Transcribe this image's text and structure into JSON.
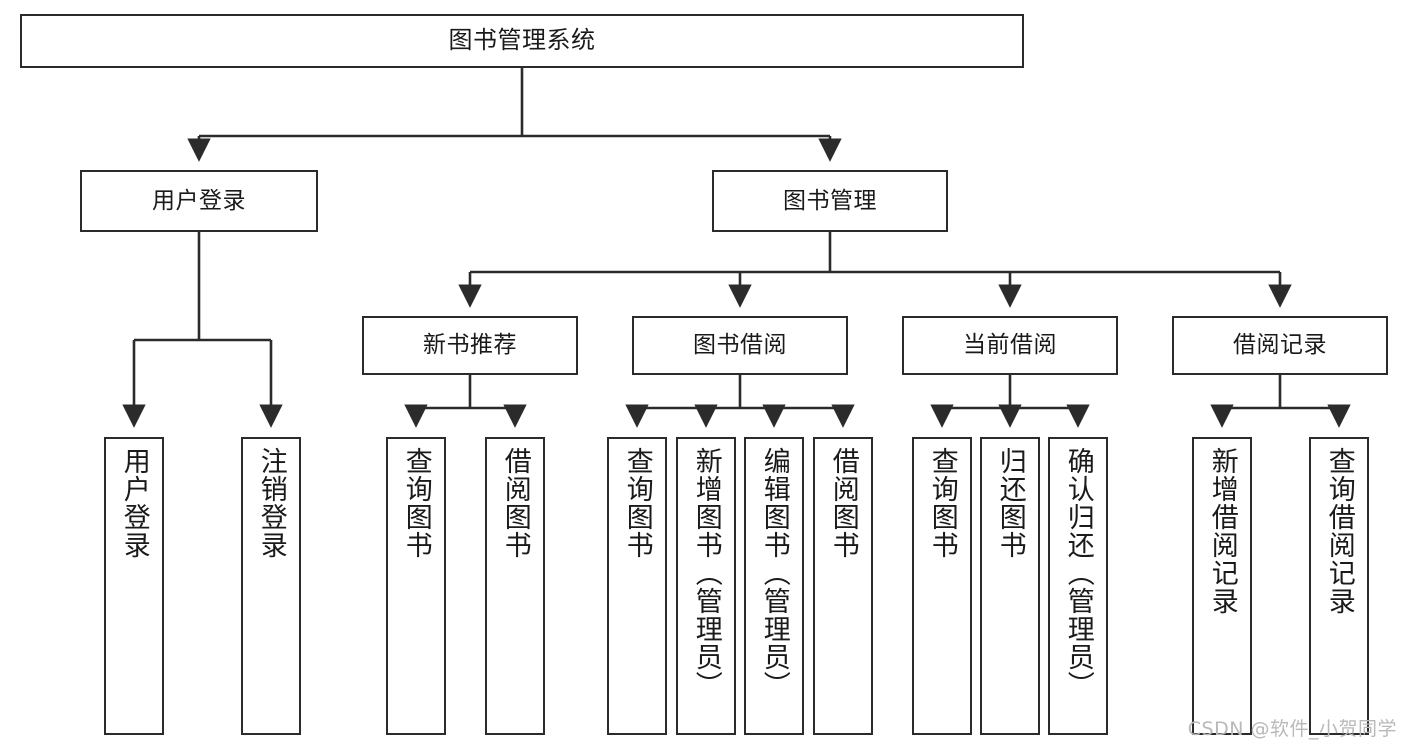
{
  "diagram": {
    "type": "tree",
    "title": "图书管理系统",
    "orientation": "top-down",
    "style": {
      "box_border_color": "#2b2b2b",
      "box_fill_color": "#ffffff",
      "edge_color": "#2b2b2b",
      "background_color": "#ffffff",
      "text_color": "#1a1a1a"
    },
    "levels": {
      "root": {
        "label": "图书管理系统"
      },
      "level1": [
        {
          "id": "user-login",
          "label": "用户登录"
        },
        {
          "id": "book-manage",
          "label": "图书管理"
        }
      ],
      "level2": [
        {
          "id": "new-book-rec",
          "label": "新书推荐",
          "parent": "book-manage"
        },
        {
          "id": "book-borrow",
          "label": "图书借阅",
          "parent": "book-manage"
        },
        {
          "id": "current-borrow",
          "label": "当前借阅",
          "parent": "book-manage"
        },
        {
          "id": "borrow-record",
          "label": "借阅记录",
          "parent": "book-manage"
        }
      ],
      "leaves": [
        {
          "id": "leaf-user-login",
          "label": "用户登录",
          "parent": "user-login"
        },
        {
          "id": "leaf-logout",
          "label": "注销登录",
          "parent": "user-login"
        },
        {
          "id": "leaf-query-book-1",
          "label": "查询图书",
          "parent": "new-book-rec"
        },
        {
          "id": "leaf-borrow-book-1",
          "label": "借阅图书",
          "parent": "new-book-rec"
        },
        {
          "id": "leaf-query-book-2",
          "label": "查询图书",
          "parent": "book-borrow"
        },
        {
          "id": "leaf-add-book",
          "label": "新增图书（管理员）",
          "parent": "book-borrow"
        },
        {
          "id": "leaf-edit-book",
          "label": "编辑图书（管理员）",
          "parent": "book-borrow"
        },
        {
          "id": "leaf-borrow-book-2",
          "label": "借阅图书",
          "parent": "book-borrow"
        },
        {
          "id": "leaf-query-book-3",
          "label": "查询图书",
          "parent": "current-borrow"
        },
        {
          "id": "leaf-return-book",
          "label": "归还图书",
          "parent": "current-borrow"
        },
        {
          "id": "leaf-confirm-return",
          "label": "确认归还（管理员）",
          "parent": "current-borrow"
        },
        {
          "id": "leaf-add-record",
          "label": "新增借阅记录",
          "parent": "borrow-record"
        },
        {
          "id": "leaf-query-record",
          "label": "查询借阅记录",
          "parent": "borrow-record"
        }
      ]
    }
  },
  "watermark": {
    "text": "CSDN @软件_小贺同学"
  }
}
